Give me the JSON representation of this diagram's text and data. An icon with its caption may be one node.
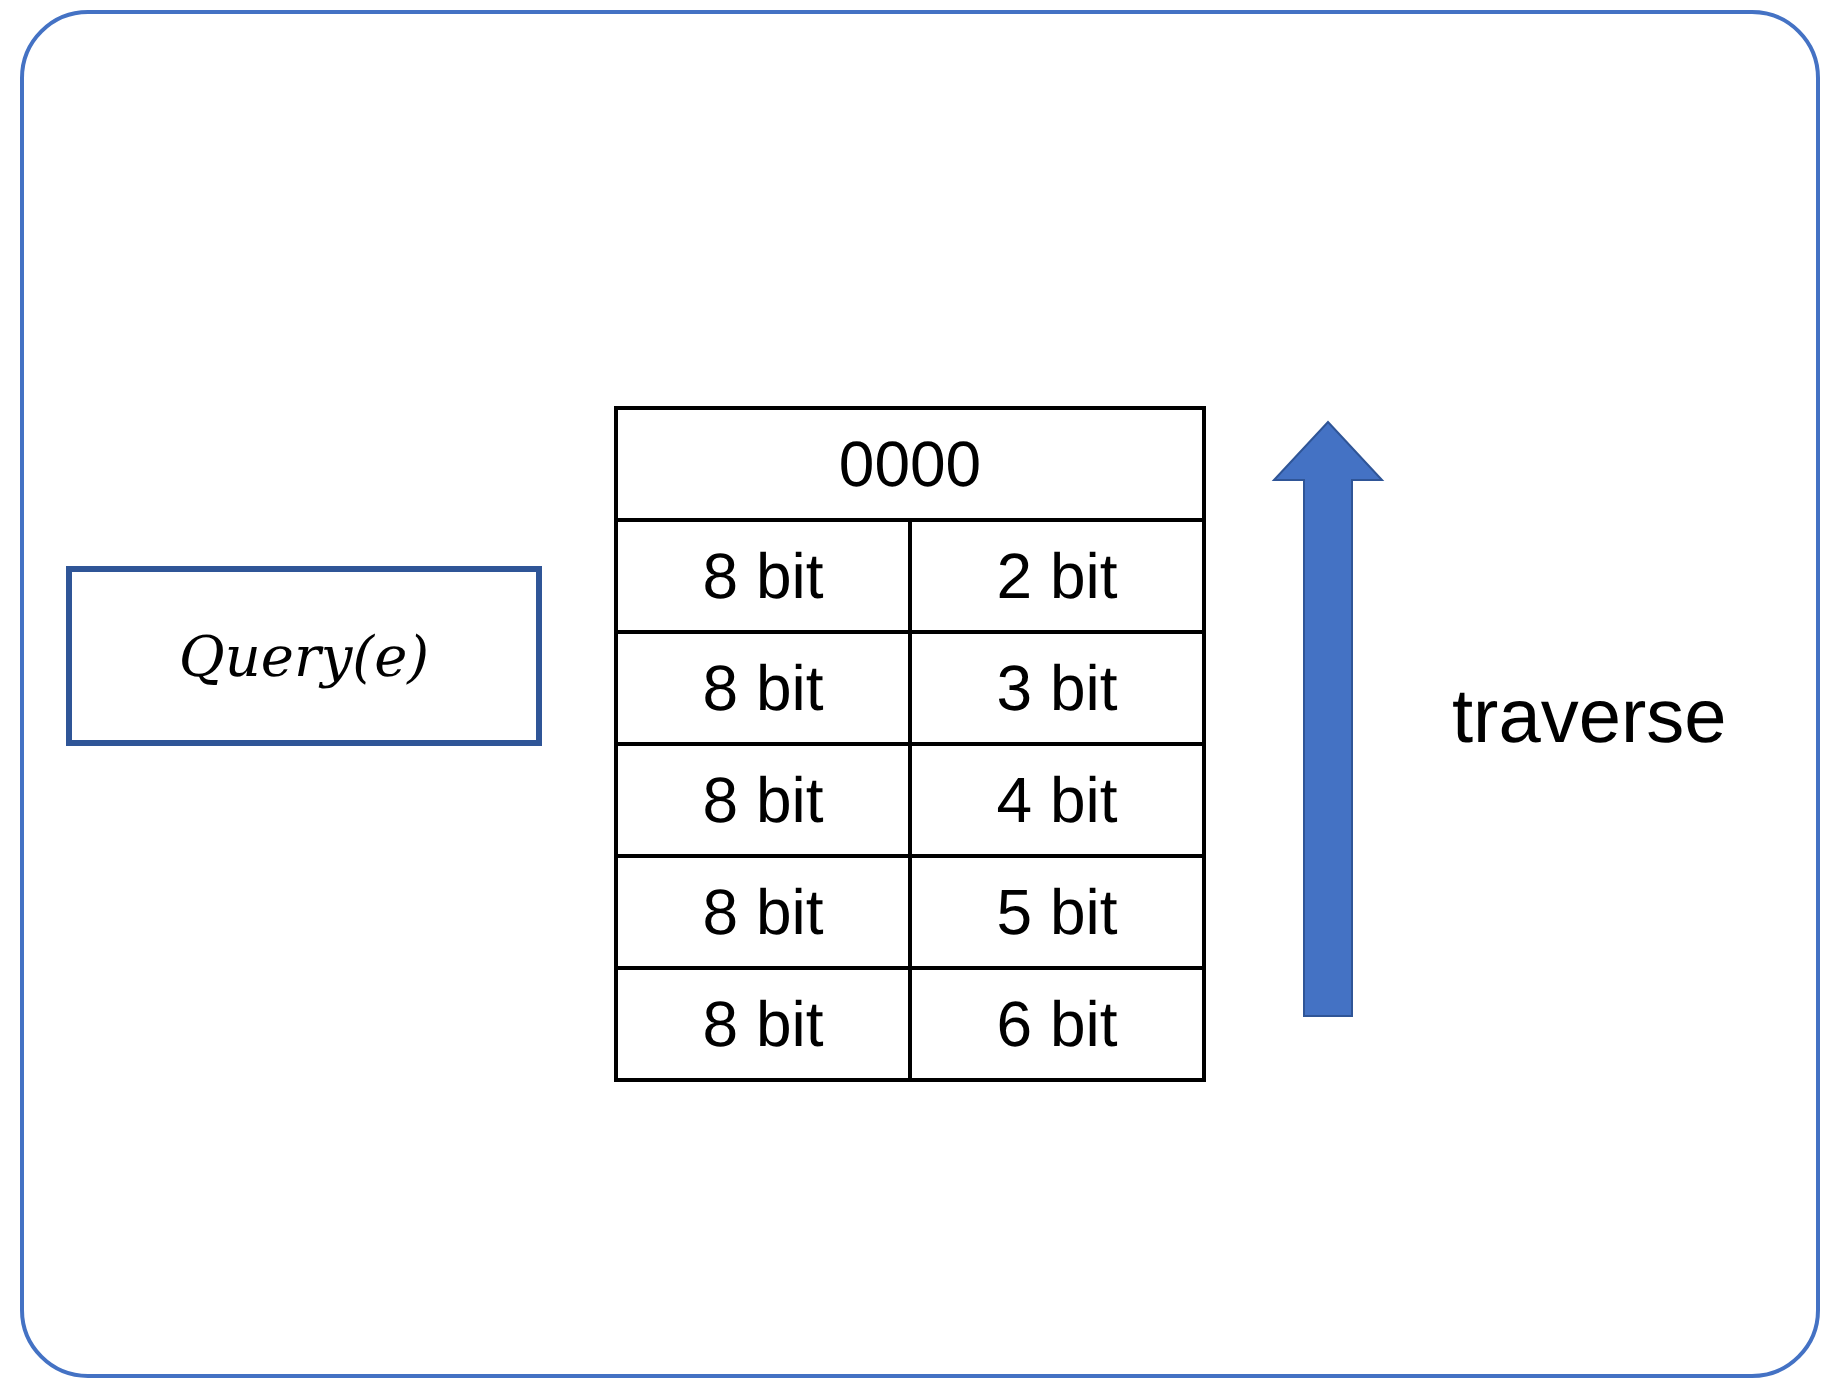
{
  "diagram": {
    "nodes": [
      {
        "text": [
          "Query(e)"
        ]
      }
    ],
    "labels": [
      "0000",
      "8 bit",
      "2 bit",
      "8 bit",
      "3 bit",
      "8 bit",
      "4 bit",
      "8 bit",
      "5 bit",
      "8 bit",
      "6 bit",
      "traverse"
    ]
  }
}
